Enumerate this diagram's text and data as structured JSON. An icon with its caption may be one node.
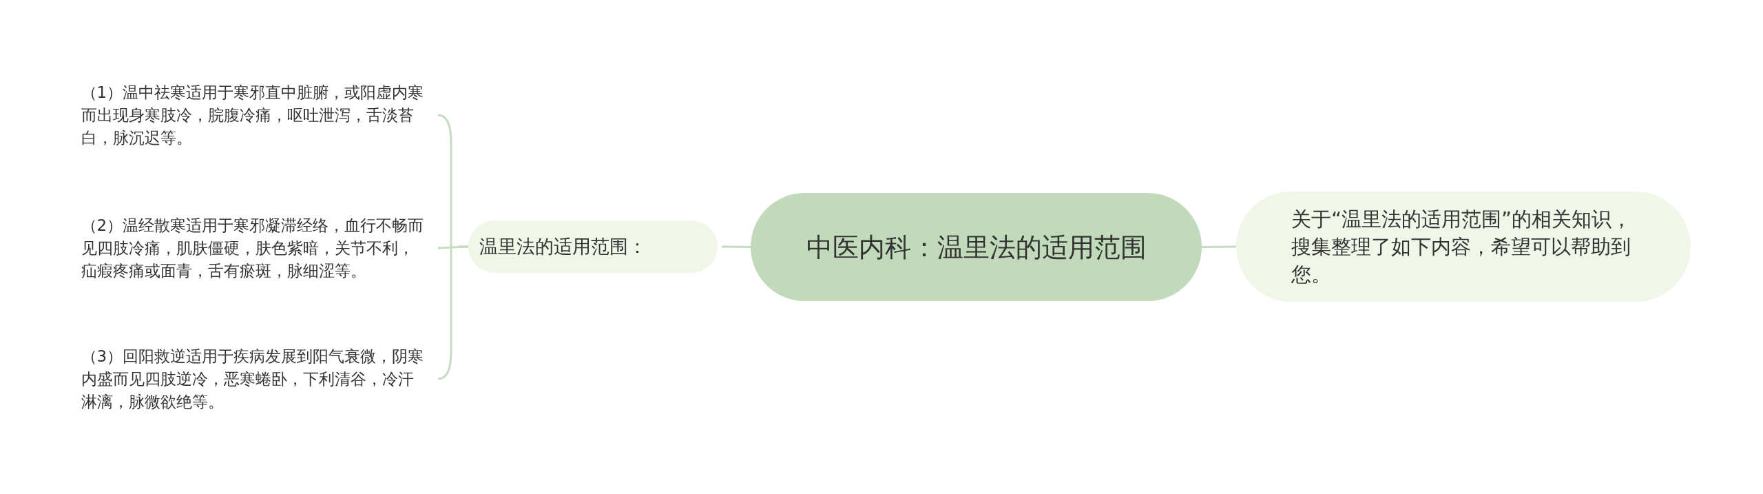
{
  "diagram": {
    "nodes": [
      {
        "text": [
          "中医内科：温里法的适用范围"
        ]
      },
      {
        "text": [
          "关于“温里法的适用范围”的相关知识，搜集整理了如下内容，希望可以帮助到您。"
        ]
      },
      {
        "text": [
          "温里法的适用范围："
        ]
      },
      {
        "text": [
          "（1）温中祛寒适用于寒邪直中脏腑，或阳虚内寒而出现身寒肢冷，脘腹冷痛，呕吐泄泻，舌淡苔白，脉沉迟等。"
        ]
      },
      {
        "text": [
          "（2）温经散寒适用于寒邪凝滞经络，血行不畅而见四肢冷痛，肌肤僵硬，肤色紫暗，关节不利，疝瘕疼痛或面青，舌有瘀斑，脉细涩等。"
        ]
      },
      {
        "text": [
          "（3）回阳救逆适用于疾病发展到阳气衰微，阴寒内盛而见四肢逆冷，恶寒蜷卧，下利清谷，冷汗淋漓，脉微欲绝等。"
        ]
      }
    ],
    "edges": [
      {
        "from": 0,
        "to": 1,
        "arrow": "none"
      },
      {
        "from": 0,
        "to": 2,
        "arrow": "none"
      },
      {
        "from": 2,
        "to": 3,
        "arrow": "none"
      },
      {
        "from": 2,
        "to": 4,
        "arrow": "none"
      },
      {
        "from": 2,
        "to": 5,
        "arrow": "none"
      }
    ]
  }
}
